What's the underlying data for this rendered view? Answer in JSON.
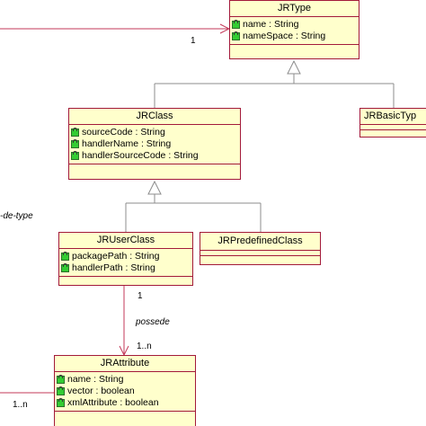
{
  "classes": {
    "jrtype": {
      "name": "JRType",
      "attributes": [
        "name : String",
        "nameSpace : String"
      ]
    },
    "jrclass": {
      "name": "JRClass",
      "attributes": [
        "sourceCode : String",
        "handlerName : String",
        "handlerSourceCode : String"
      ]
    },
    "jrbasictype": {
      "name": "JRBasicTyp",
      "attributes": []
    },
    "jruserclass": {
      "name": "JRUserClass",
      "attributes": [
        "packagePath : String",
        "handlerPath : String"
      ]
    },
    "jrpredefinedclass": {
      "name": "JRPredefinedClass",
      "attributes": []
    },
    "jrattribute": {
      "name": "JRAttribute",
      "attributes": [
        "name : String",
        "vector : boolean",
        "xmlAttribute : boolean"
      ]
    }
  },
  "labels": {
    "multiplicity_type": "1",
    "de_type": "-de-type",
    "multiplicity_user": "1",
    "possede": "possede",
    "multiplicity_attr": "1..n",
    "multiplicity_left": "1..n"
  },
  "colors": {
    "line": "#a31a3a",
    "box_fill": "#ffffcc",
    "connector": "#8c8c8c",
    "attribute_icon": "#33cc33"
  },
  "icons": {
    "attribute": "attribute-visibility-icon"
  }
}
